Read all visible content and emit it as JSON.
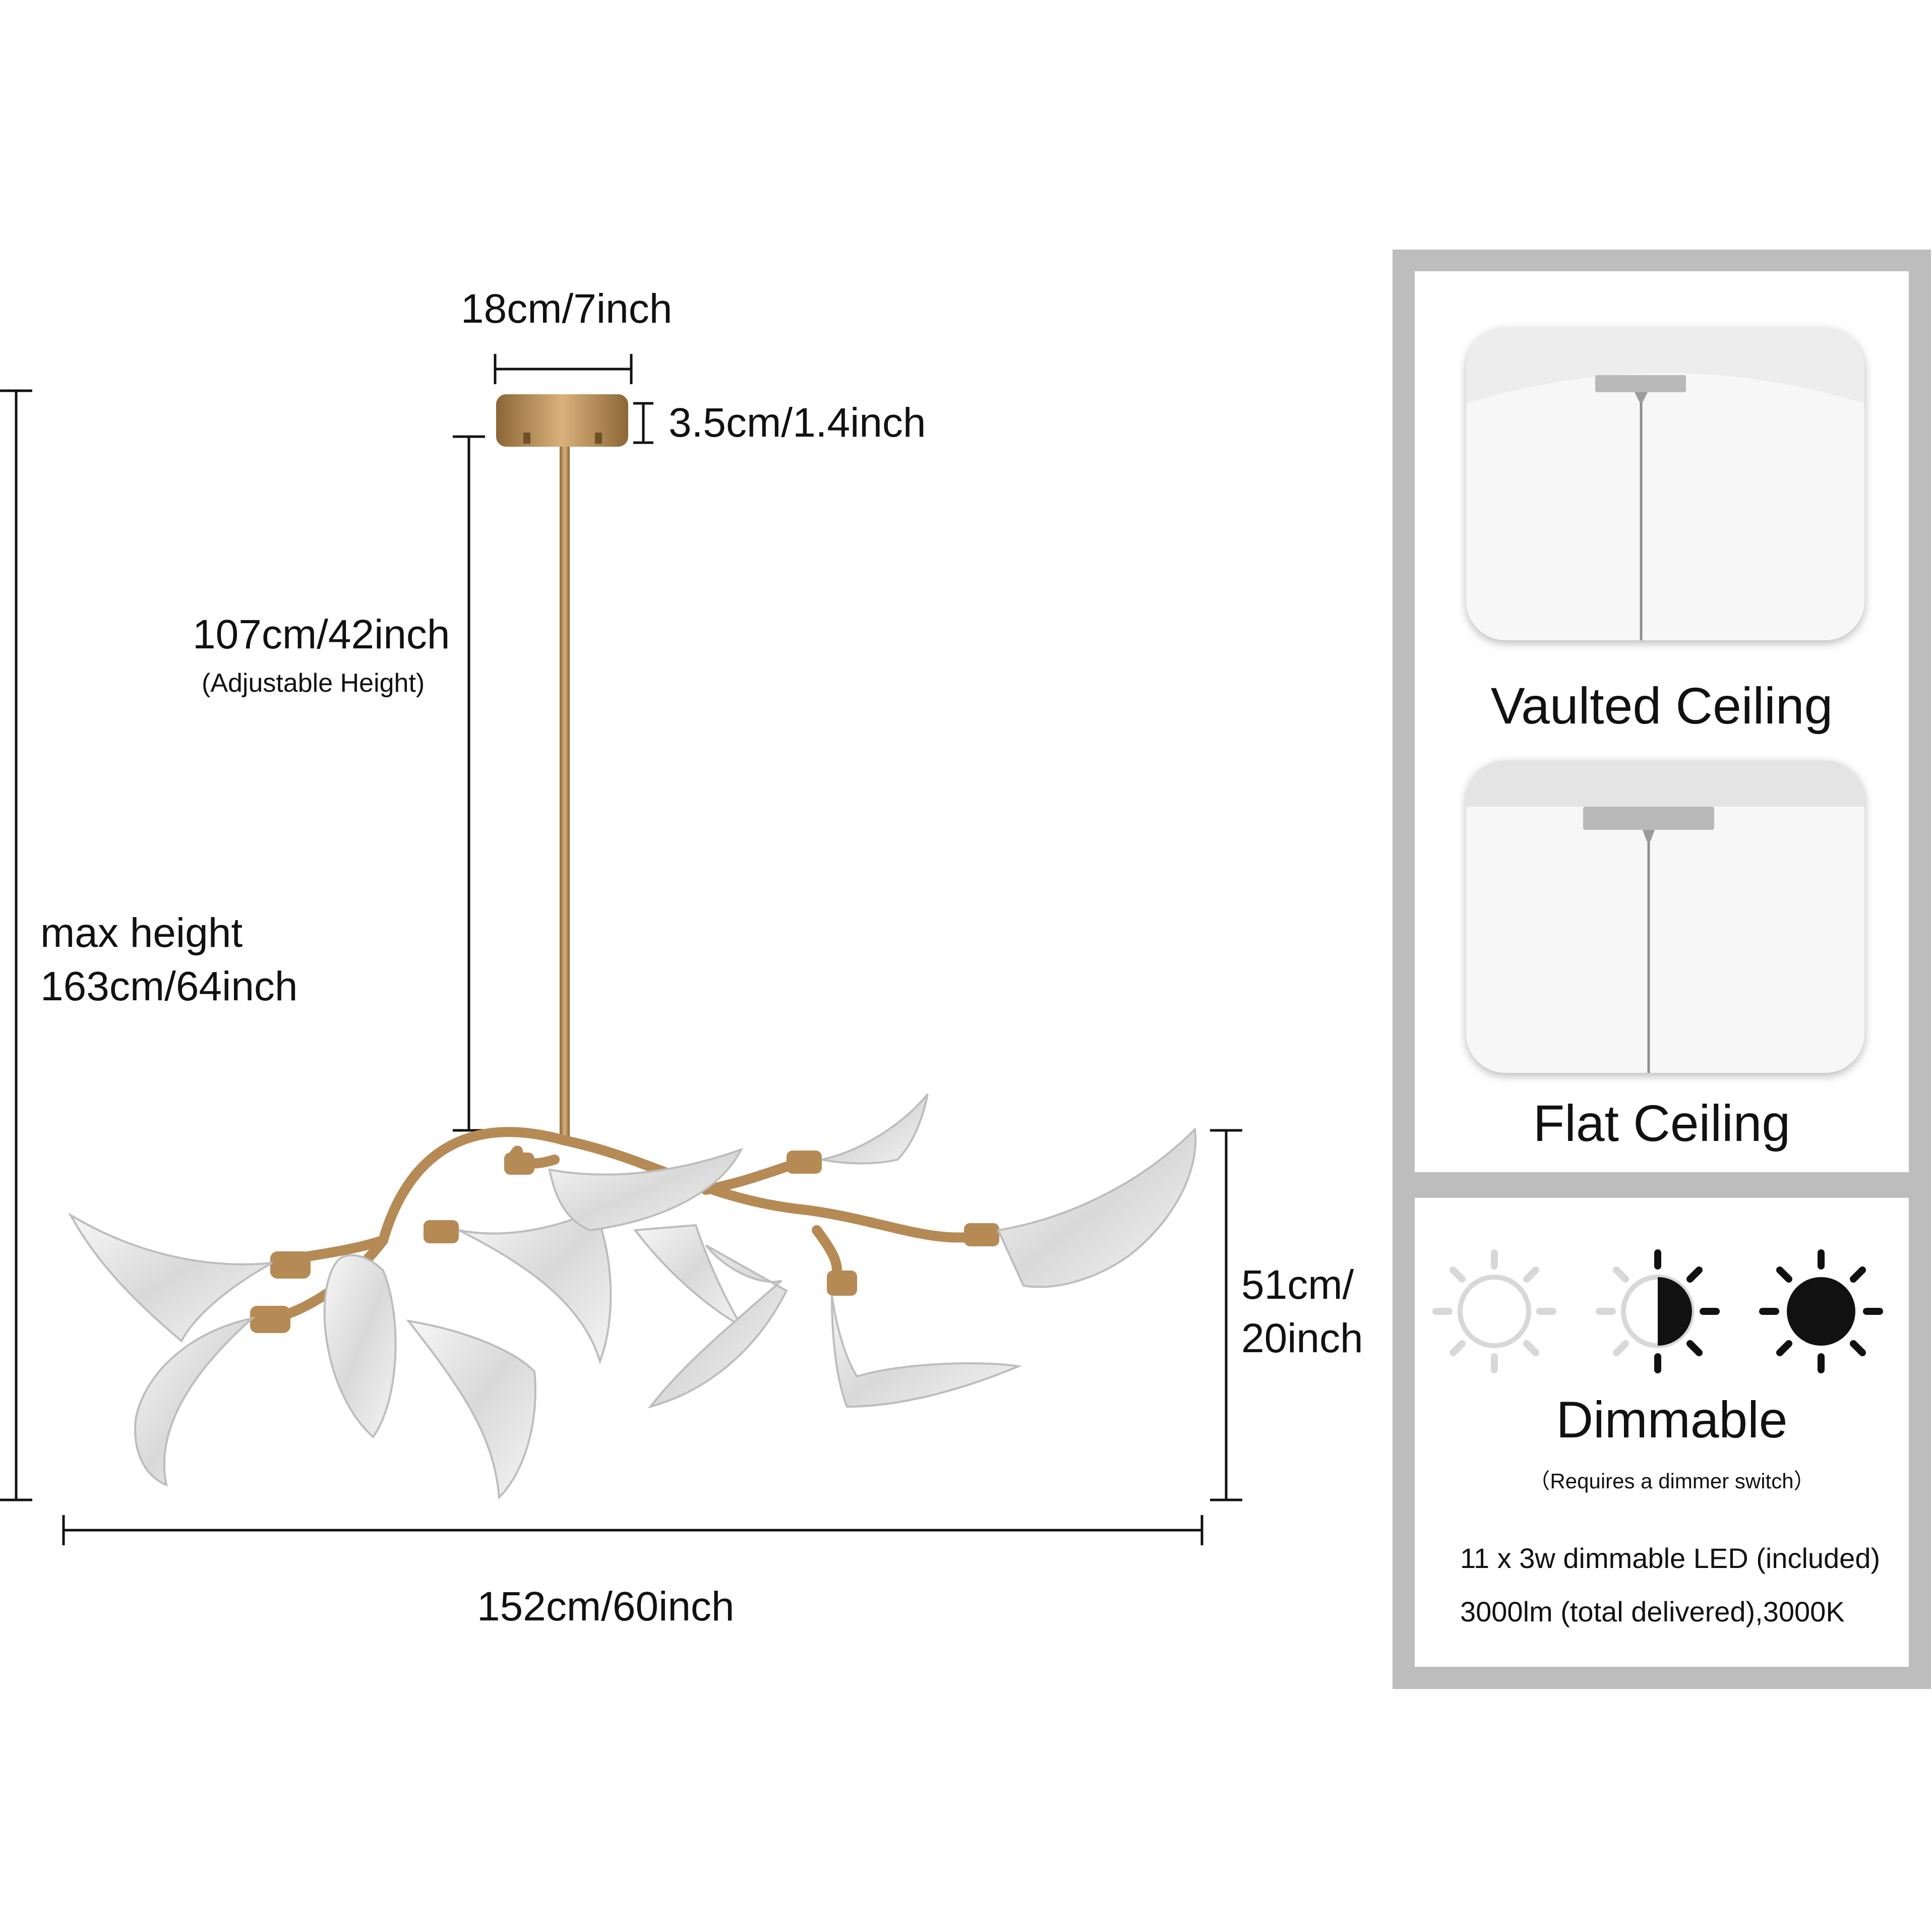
{
  "dimensions": {
    "canopy_width": "18cm/7inch",
    "canopy_height": "3.5cm/1.4inch",
    "rod_length": "107cm/42inch",
    "rod_note": "(Adjustable Height)",
    "max_height_label": "max height",
    "max_height_value": "163cm/64inch",
    "body_height_line1": "51cm/",
    "body_height_line2": "20inch",
    "overall_width": "152cm/60inch"
  },
  "ceiling_types": [
    {
      "label": "Vaulted Ceiling"
    },
    {
      "label": "Flat Ceiling"
    }
  ],
  "dimming": {
    "title": "Dimmable",
    "note": "（Requires a dimmer switch）",
    "icons": [
      "sun-outline-icon",
      "sun-half-icon",
      "sun-filled-icon"
    ],
    "spec_lines": [
      "11 x 3w dimmable LED (included)",
      "3000lm (total delivered),3000K"
    ]
  },
  "colors": {
    "brass": "#b58a55",
    "panel_border": "#bdbdbd",
    "text": "#111111"
  }
}
